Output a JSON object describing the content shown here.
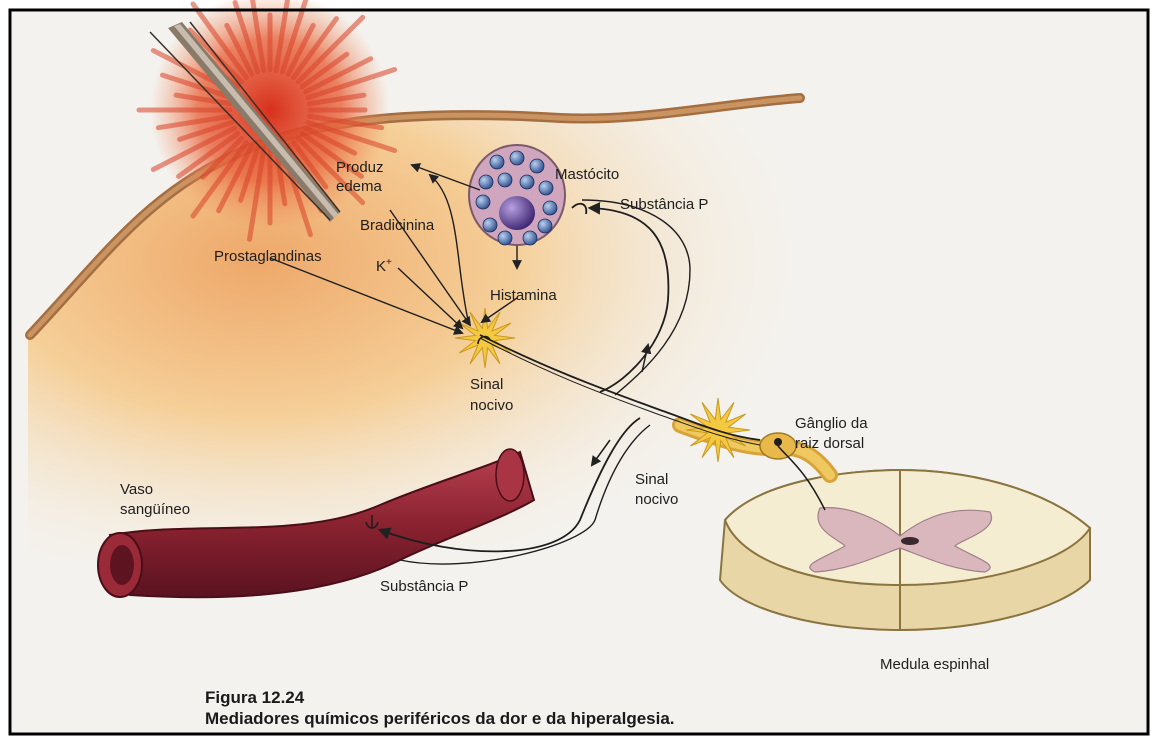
{
  "labels": {
    "produz": "Produz",
    "edema": "edema",
    "mastocito": "Mastócito",
    "substancia_p_top": "Substância P",
    "bradicinina": "Bradicinina",
    "prostaglandinas": "Prostaglandinas",
    "k_plus": "K",
    "k_sup": "+",
    "histamina": "Histamina",
    "sinal_1": "Sinal",
    "nocivo_1": "nocivo",
    "ganglio_1": "Gânglio da",
    "ganglio_2": "raiz dorsal",
    "vaso_1": "Vaso",
    "vaso_2": "sangüíneo",
    "sinal_2": "Sinal",
    "nocivo_2": "nocivo",
    "substancia_p_bottom": "Substância P",
    "medula": "Medula espinhal"
  },
  "caption": {
    "number": "Figura 12.24",
    "title": "Mediadores químicos periféricos da dor e da hiperalgesia."
  },
  "colors": {
    "tissue": "#f3c78a",
    "skin_edge": "#b07a4a",
    "injury": "#e0432a",
    "vessel": "#8a2230",
    "vessel_inner": "#5e1420",
    "mast_cell": "#c8a2b8",
    "granule": "#4a6fb0",
    "nucleus": "#5a3c8a",
    "spinal": "#f0e6c4",
    "grey_matter": "#d9b8c0",
    "star": "#f5c842",
    "page_bg": "#f4f2ee"
  },
  "icons": [
    "needle-icon",
    "nociceptor-star-icon",
    "receptor-icon"
  ]
}
